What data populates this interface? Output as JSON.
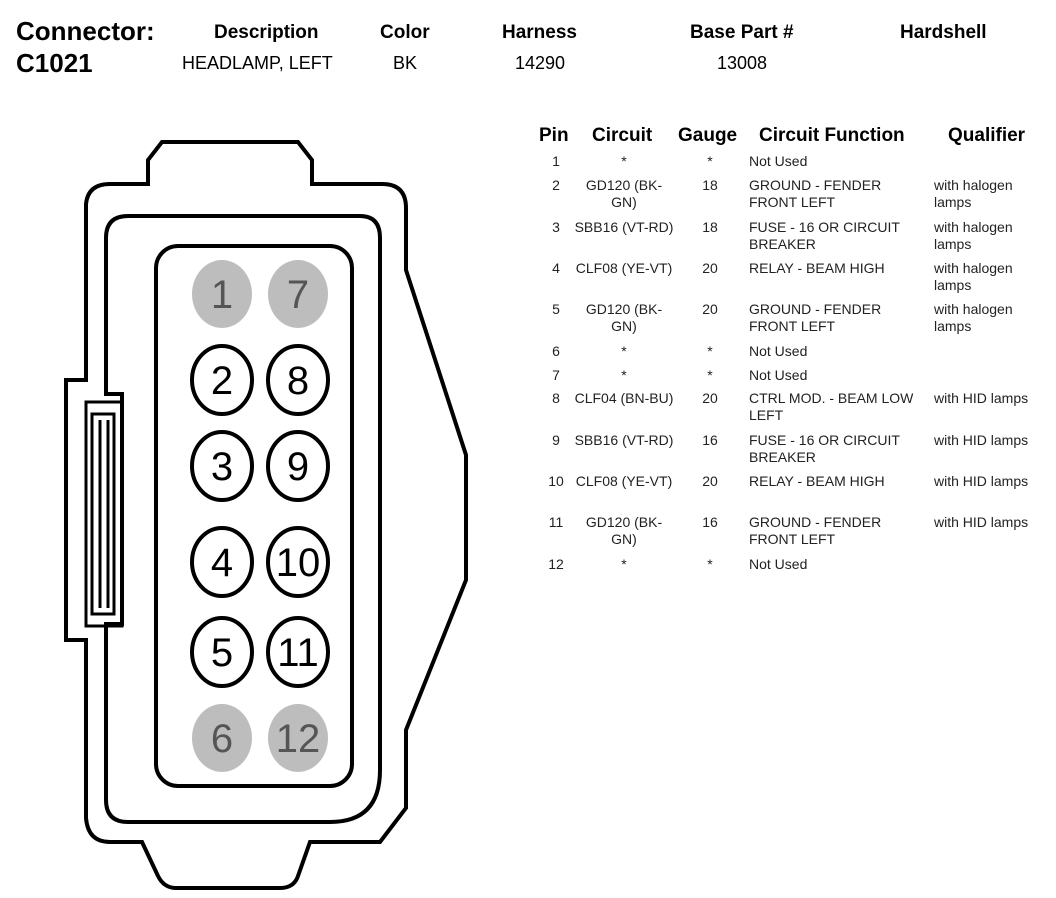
{
  "header": {
    "connector_label": "Connector:",
    "connector_id": "C1021",
    "description_label": "Description",
    "description_value": "HEADLAMP, LEFT",
    "color_label": "Color",
    "color_value": "BK",
    "harness_label": "Harness",
    "harness_value": "14290",
    "base_part_label": "Base Part #",
    "base_part_value": "13008",
    "hardshell_label": "Hardshell"
  },
  "table": {
    "headers": {
      "pin": "Pin",
      "circuit": "Circuit",
      "gauge": "Gauge",
      "function": "Circuit Function",
      "qualifier": "Qualifier"
    },
    "rows": [
      {
        "pin": "1",
        "circuit": "*",
        "gauge": "*",
        "function": "Not Used",
        "qualifier": ""
      },
      {
        "pin": "2",
        "circuit": "GD120 (BK-GN)",
        "gauge": "18",
        "function": "GROUND - FENDER FRONT LEFT",
        "qualifier": "with halogen lamps"
      },
      {
        "pin": "3",
        "circuit": "SBB16 (VT-RD)",
        "gauge": "18",
        "function": "FUSE - 16 OR CIRCUIT BREAKER",
        "qualifier": "with halogen lamps"
      },
      {
        "pin": "4",
        "circuit": "CLF08 (YE-VT)",
        "gauge": "20",
        "function": "RELAY - BEAM HIGH",
        "qualifier": "with halogen lamps"
      },
      {
        "pin": "5",
        "circuit": "GD120 (BK-GN)",
        "gauge": "20",
        "function": "GROUND - FENDER FRONT LEFT",
        "qualifier": "with halogen lamps"
      },
      {
        "pin": "6",
        "circuit": "*",
        "gauge": "*",
        "function": "Not Used",
        "qualifier": ""
      },
      {
        "pin": "7",
        "circuit": "*",
        "gauge": "*",
        "function": "Not Used",
        "qualifier": ""
      },
      {
        "pin": "8",
        "circuit": "CLF04 (BN-BU)",
        "gauge": "20",
        "function": "CTRL MOD. - BEAM LOW LEFT",
        "qualifier": "with HID lamps"
      },
      {
        "pin": "9",
        "circuit": "SBB16 (VT-RD)",
        "gauge": "16",
        "function": "FUSE - 16 OR CIRCUIT BREAKER",
        "qualifier": "with HID lamps"
      },
      {
        "pin": "10",
        "circuit": "CLF08 (YE-VT)",
        "gauge": "20",
        "function": "RELAY - BEAM HIGH",
        "qualifier": "with HID lamps"
      },
      {
        "pin": "11",
        "circuit": "GD120 (BK-GN)",
        "gauge": "16",
        "function": "GROUND - FENDER FRONT LEFT",
        "qualifier": "with HID lamps"
      },
      {
        "pin": "12",
        "circuit": "*",
        "gauge": "*",
        "function": "Not Used",
        "qualifier": ""
      }
    ]
  },
  "diagram": {
    "pins": [
      {
        "label": "1",
        "used": false
      },
      {
        "label": "7",
        "used": false
      },
      {
        "label": "2",
        "used": true
      },
      {
        "label": "8",
        "used": true
      },
      {
        "label": "3",
        "used": true
      },
      {
        "label": "9",
        "used": true
      },
      {
        "label": "4",
        "used": true
      },
      {
        "label": "10",
        "used": true
      },
      {
        "label": "5",
        "used": true
      },
      {
        "label": "11",
        "used": true
      },
      {
        "label": "6",
        "used": false
      },
      {
        "label": "12",
        "used": false
      }
    ],
    "colors": {
      "unused_fill": "#bdbdbd",
      "used_fill": "#ffffff",
      "outline": "#000000"
    }
  }
}
